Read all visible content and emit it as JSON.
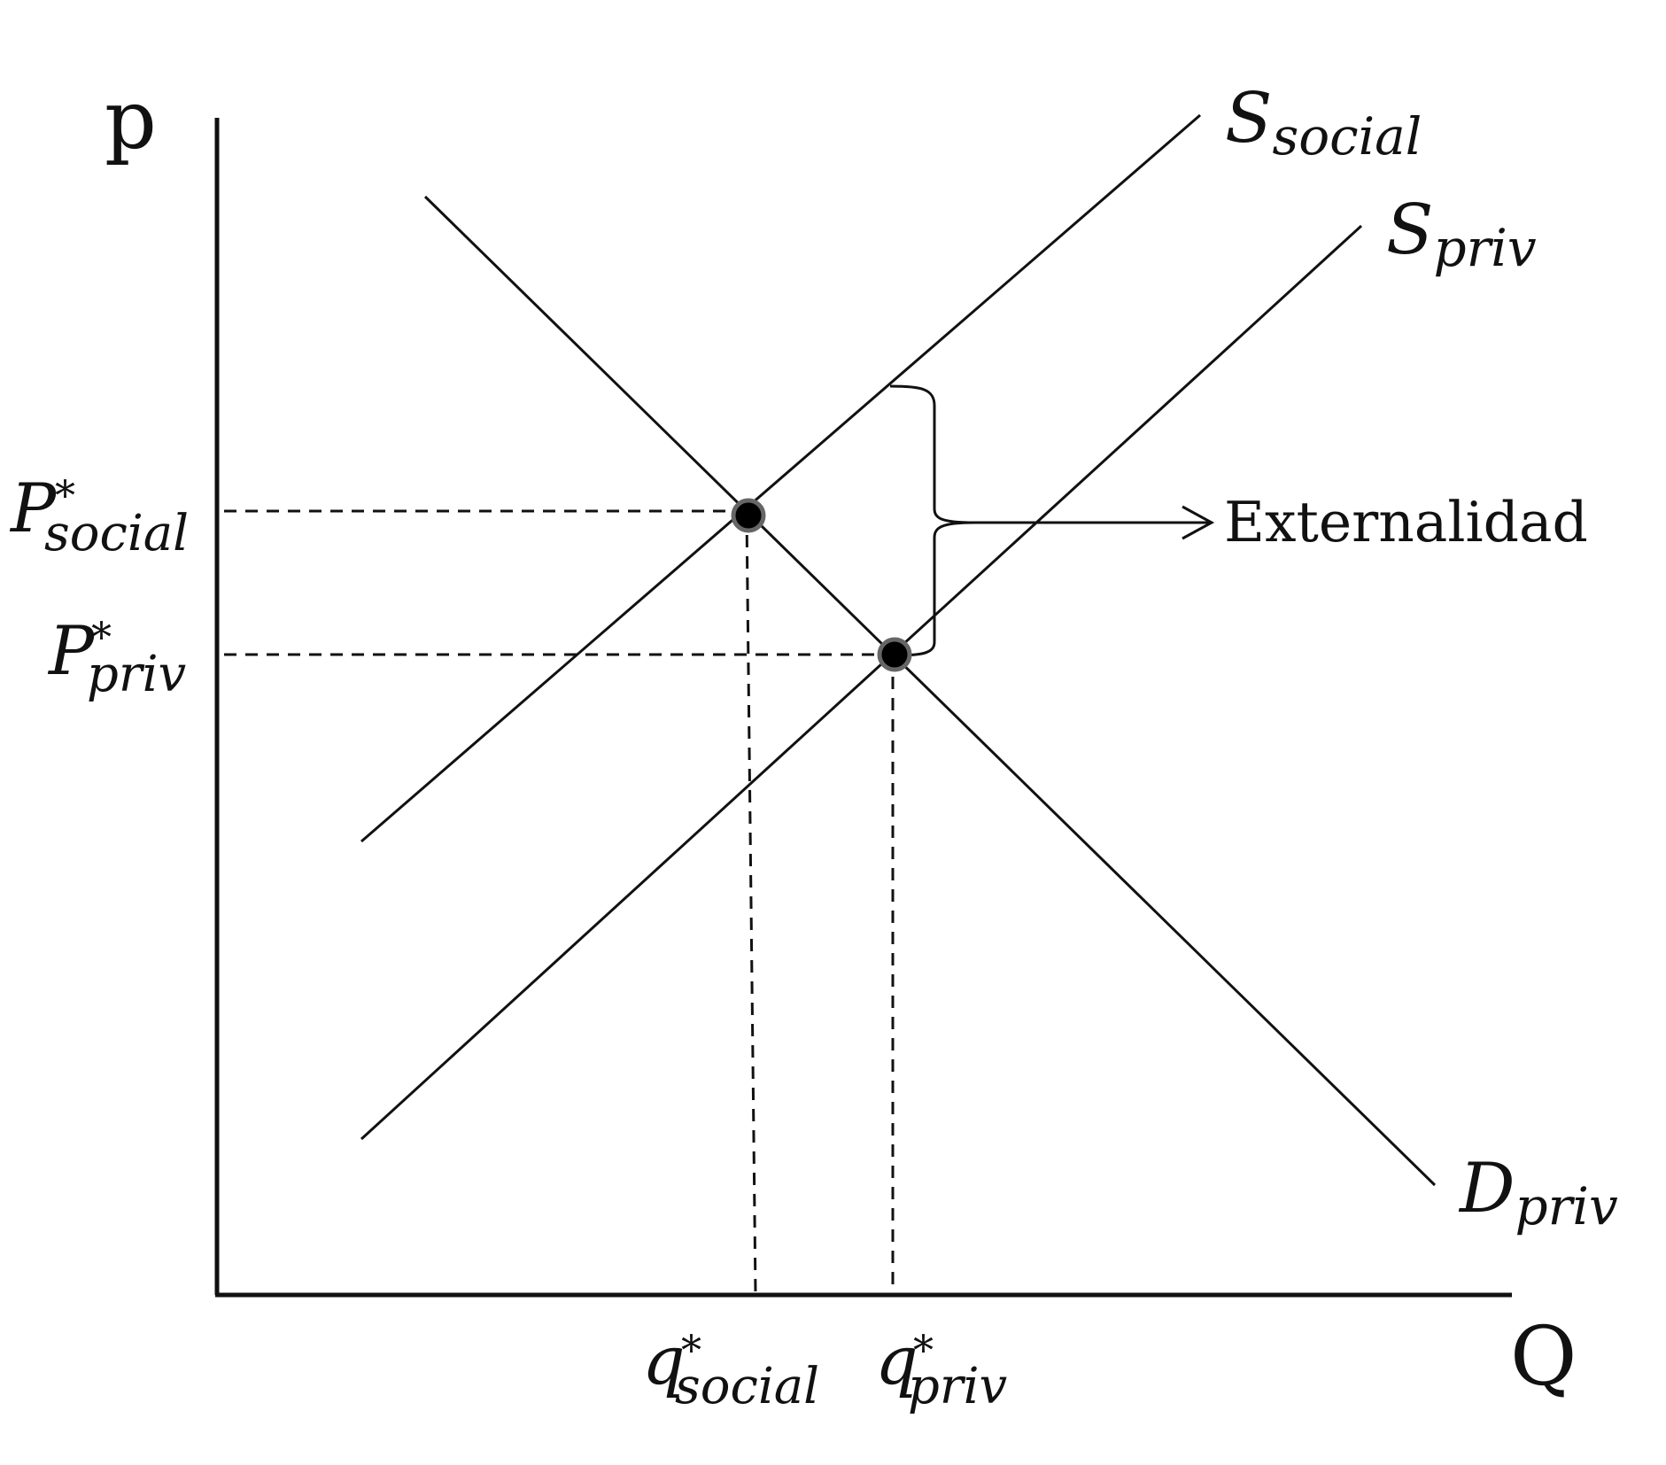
{
  "axes": {
    "y_label": "p",
    "x_label": "Q"
  },
  "curves": {
    "s_social": {
      "main": "S",
      "sub": "social"
    },
    "s_priv": {
      "main": "S",
      "sub": "priv"
    },
    "d_priv": {
      "main": "D",
      "sub": "priv"
    }
  },
  "prices": {
    "p_social": {
      "main": "P",
      "sup": "*",
      "sub": "social"
    },
    "p_priv": {
      "main": "P",
      "sup": "*",
      "sub": "priv"
    }
  },
  "quantities": {
    "q_social": {
      "main": "q",
      "sup": "*",
      "sub": "social"
    },
    "q_priv": {
      "main": "q",
      "sup": "*",
      "sub": "priv"
    }
  },
  "annotation": {
    "externality": "Externalidad"
  }
}
